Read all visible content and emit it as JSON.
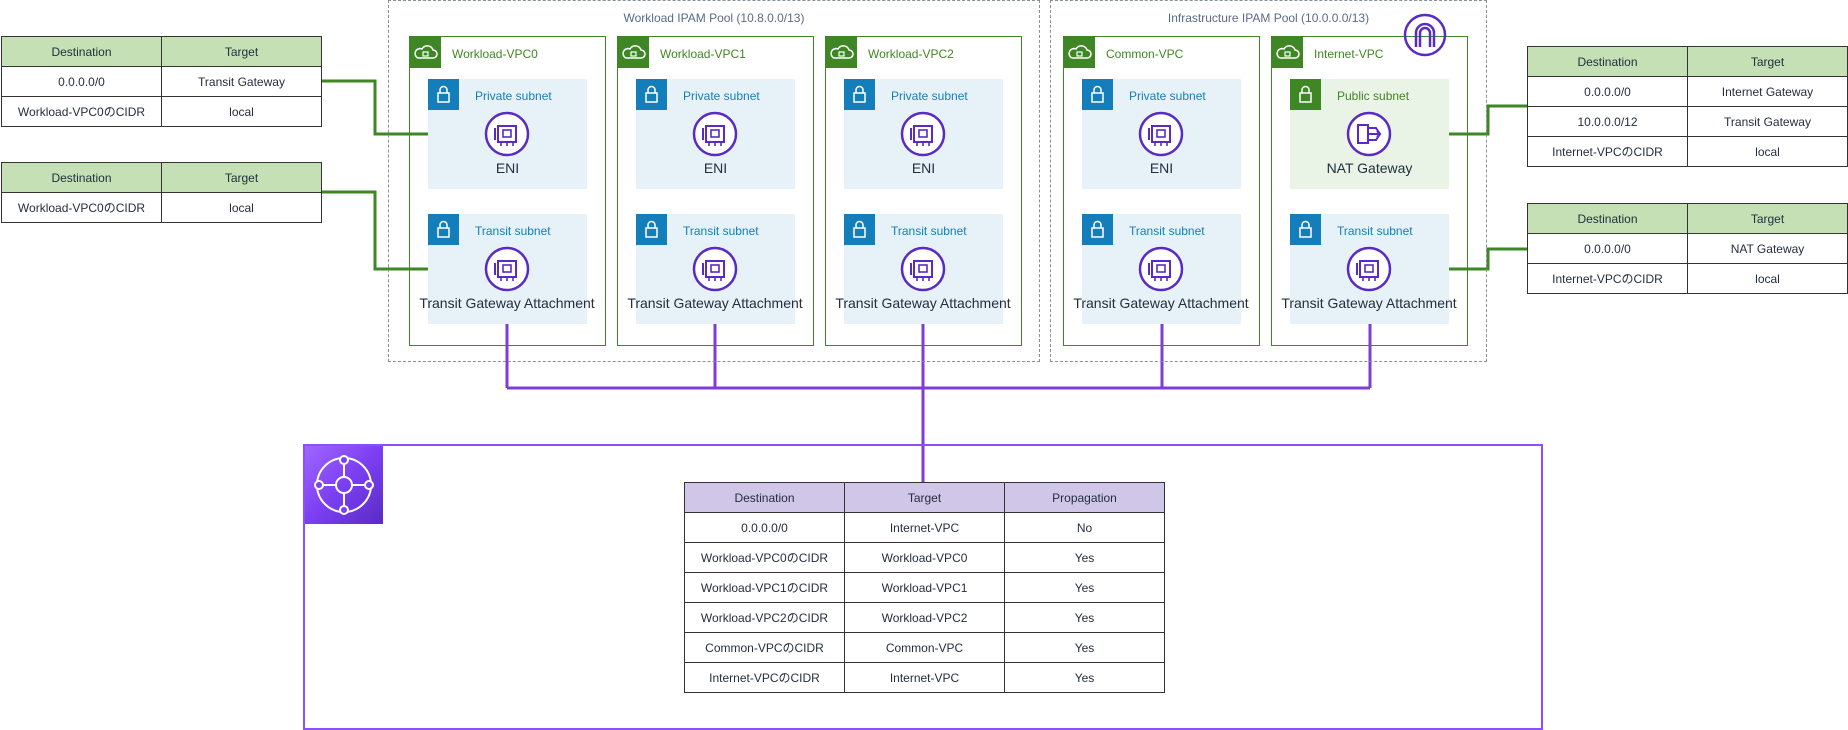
{
  "pools": {
    "workload": {
      "title": "Workload IPAM Pool (10.8.0.0/13)"
    },
    "infrastructure": {
      "title": "Infrastructure IPAM Pool (10.0.0.0/13)"
    }
  },
  "vpcs": {
    "wl0": {
      "name": "Workload-VPC0"
    },
    "wl1": {
      "name": "Workload-VPC1"
    },
    "wl2": {
      "name": "Workload-VPC2"
    },
    "common": {
      "name": "Common-VPC"
    },
    "internet": {
      "name": "Internet-VPC"
    }
  },
  "subnets": {
    "private": "Private subnet",
    "transit": "Transit subnet",
    "public": "Public subnet"
  },
  "resources": {
    "eni": "ENI",
    "tgw_attachment": "Transit Gateway Attachment",
    "nat_gateway": "NAT Gateway"
  },
  "icons": {
    "vpc": "vpc-cloud-icon",
    "subnet": "subnet-lock-icon",
    "eni": "network-interface-icon",
    "nat": "nat-gateway-icon",
    "igw": "internet-gateway-icon",
    "tgw": "transit-gateway-icon"
  },
  "colors": {
    "vpc_green": "#3f8624",
    "private_blue": "#147eba",
    "tgw_purple": "#7d3dd6",
    "table_header_green": "#c5e0b4",
    "table_header_purple": "#d0c7e8"
  },
  "tables": {
    "wl0_private": {
      "headers": [
        "Destination",
        "Target"
      ],
      "rows": [
        [
          "0.0.0.0/0",
          "Transit Gateway"
        ],
        [
          "Workload-VPC0のCIDR",
          "local"
        ]
      ]
    },
    "wl0_transit": {
      "headers": [
        "Destination",
        "Target"
      ],
      "rows": [
        [
          "Workload-VPC0のCIDR",
          "local"
        ]
      ]
    },
    "internet_public": {
      "headers": [
        "Destination",
        "Target"
      ],
      "rows": [
        [
          "0.0.0.0/0",
          "Internet Gateway"
        ],
        [
          "10.0.0.0/12",
          "Transit Gateway"
        ],
        [
          "Internet-VPCのCIDR",
          "local"
        ]
      ]
    },
    "internet_transit": {
      "headers": [
        "Destination",
        "Target"
      ],
      "rows": [
        [
          "0.0.0.0/0",
          "NAT Gateway"
        ],
        [
          "Internet-VPCのCIDR",
          "local"
        ]
      ]
    },
    "tgw_route": {
      "headers": [
        "Destination",
        "Target",
        "Propagation"
      ],
      "rows": [
        [
          "0.0.0.0/0",
          "Internet-VPC",
          "No"
        ],
        [
          "Workload-VPC0のCIDR",
          "Workload-VPC0",
          "Yes"
        ],
        [
          "Workload-VPC1のCIDR",
          "Workload-VPC1",
          "Yes"
        ],
        [
          "Workload-VPC2のCIDR",
          "Workload-VPC2",
          "Yes"
        ],
        [
          "Common-VPCのCIDR",
          "Common-VPC",
          "Yes"
        ],
        [
          "Internet-VPCのCIDR",
          "Internet-VPC",
          "Yes"
        ]
      ]
    }
  }
}
